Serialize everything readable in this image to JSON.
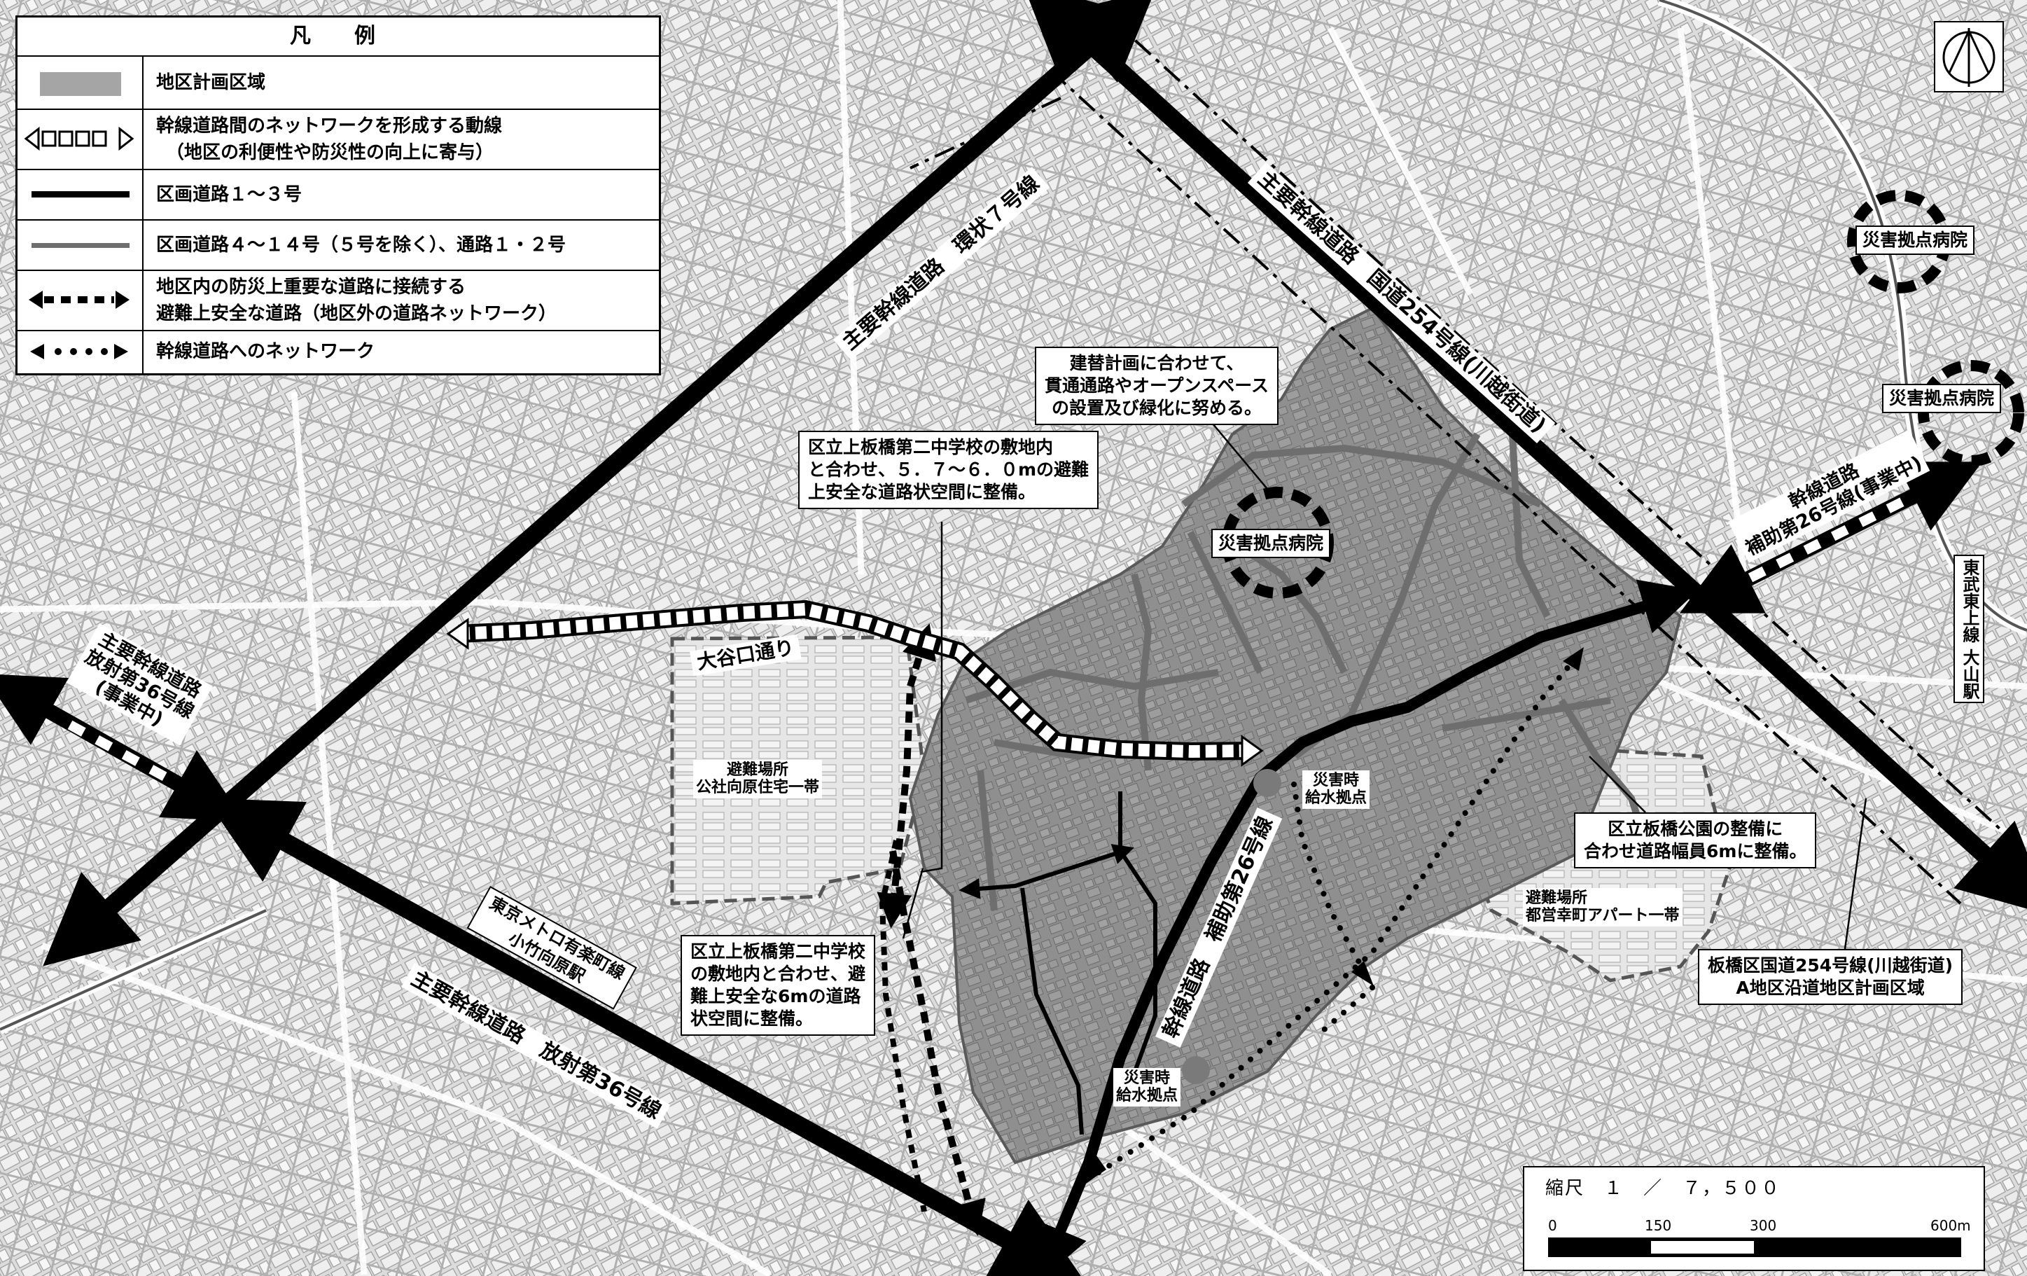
{
  "legend": {
    "title": "凡　例",
    "items": [
      {
        "label": "地区計画区域"
      },
      {
        "label": "幹線道路間のネットワークを形成する動線",
        "sub": "（地区の利便性や防災性の向上に寄与）"
      },
      {
        "label": "区画道路１～３号"
      },
      {
        "label": "区画道路４～１４号（５号を除く）、通路１・２号"
      },
      {
        "label": "地区内の防災上重要な道路に接続する",
        "sub": "避難上安全な道路（地区外の道路ネットワーク）"
      },
      {
        "label": "幹線道路へのネットワーク"
      }
    ]
  },
  "roads": {
    "kanjo7": "主要幹線道路　環状７号線",
    "route254": "主要幹線道路　国道254号線(川越街道)",
    "hoshaku36_south": "主要幹線道路　放射第36号線",
    "hoshaku36_west": [
      "主要幹線道路",
      "放射第36号線",
      "(事業中)"
    ],
    "hojo26_center": "幹線道路　補助第26号線",
    "hojo26_east": [
      "幹線道路",
      "補助第26号線(事業中)"
    ],
    "oyaguchi": "大谷口通り"
  },
  "stations": {
    "kotake": [
      "東京メトロ有楽町線",
      "小竹向原駅"
    ],
    "oyama": [
      "東武東上線",
      "大山駅"
    ]
  },
  "callouts": {
    "rebuild": [
      "建替計画に合わせて、",
      "貫通通路やオープンスペース",
      "の設置及び緑化に努める。"
    ],
    "school_north": [
      "区立上板橋第二中学校の敷地内",
      "と合わせ、５．７～６．０mの避難",
      "上安全な道路状空間に整備。"
    ],
    "school_south": [
      "区立上板橋第二中学校",
      "の敷地内と合わせ、避",
      "難上安全な6mの道路",
      "状空間に整備。"
    ],
    "park": [
      "区立板橋公園の整備に",
      "合わせ道路幅員6mに整備。"
    ],
    "district_a": [
      "板橋区国道254号線(川越街道)",
      "A地区沿道地区計画区域"
    ]
  },
  "facilities": {
    "hospital": "災害拠点病院",
    "water": [
      "災害時",
      "給水拠点"
    ],
    "shelter_kohara": [
      "避難場所",
      "公社向原住宅一帯"
    ],
    "shelter_saiwai": [
      "避難場所",
      "都営幸町アパート一帯"
    ]
  },
  "scale": {
    "title": "縮尺　１　／　７，５００",
    "ticks": [
      "0",
      "150",
      "300",
      "600m"
    ]
  },
  "colors": {
    "district": "#8f8f8f",
    "map_base": "#d9d9d9",
    "road_main": "#000000",
    "road_secondary": "#6e6e6e"
  }
}
